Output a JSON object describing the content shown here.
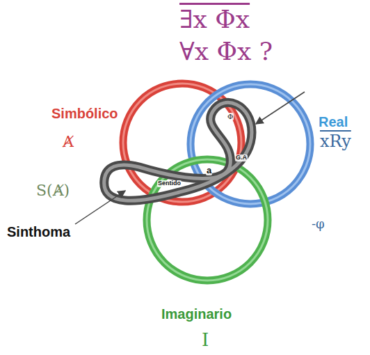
{
  "diagram": {
    "labels": [
      "∃x Φx",
      "∀x Φx ?",
      "Simbólico",
      "Ⱥ",
      "S(Ⱥ)",
      "Sinthoma",
      "Real",
      "xRy",
      "-φ",
      "Imaginario",
      "I",
      "Φ",
      "G.A",
      "a",
      "Sentido"
    ]
  }
}
